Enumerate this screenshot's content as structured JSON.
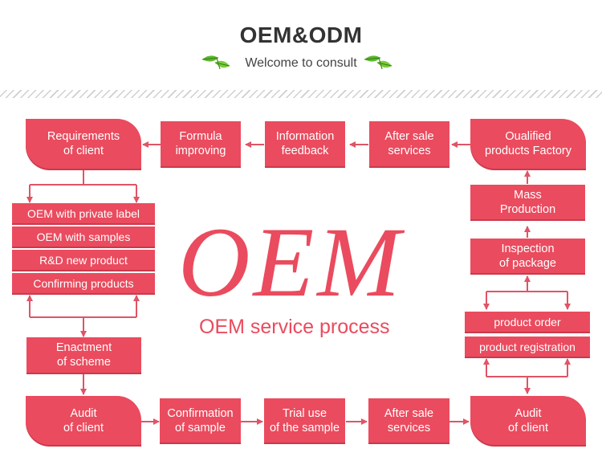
{
  "header": {
    "title": "OEM&ODM",
    "subtitle": "Welcome to consult",
    "left_icon": "leaf-icon",
    "right_icon": "leaf-icon"
  },
  "center": {
    "big_text": "OEM",
    "caption": "OEM service process"
  },
  "colors": {
    "accent": "#ea4b5e",
    "connector": "#e05466",
    "title": "#333333"
  },
  "nodes": {
    "requirements": "Requirements\nof client",
    "formula": "Formula\nimproving",
    "information": "Information\nfeedback",
    "after_sale_top": "After sale\nservices",
    "qualified": "Oualified\nproducts Factory",
    "mass": "Mass\nProduction",
    "inspection": "Inspection\nof package",
    "product_order": "product order",
    "product_registration": "product registration",
    "oem_private": "OEM with private label",
    "oem_samples": "OEM with samples",
    "rd_new": "R&D new product",
    "confirming": "Confirming products",
    "enactment": "Enactment\nof scheme",
    "audit_left": "Audit\nof  client",
    "confirmation": "Confirmation\nof sample",
    "trial": "Trial use\nof the sample",
    "after_sale_bottom": "After sale\nservices",
    "audit_right": "Audit\nof client"
  }
}
